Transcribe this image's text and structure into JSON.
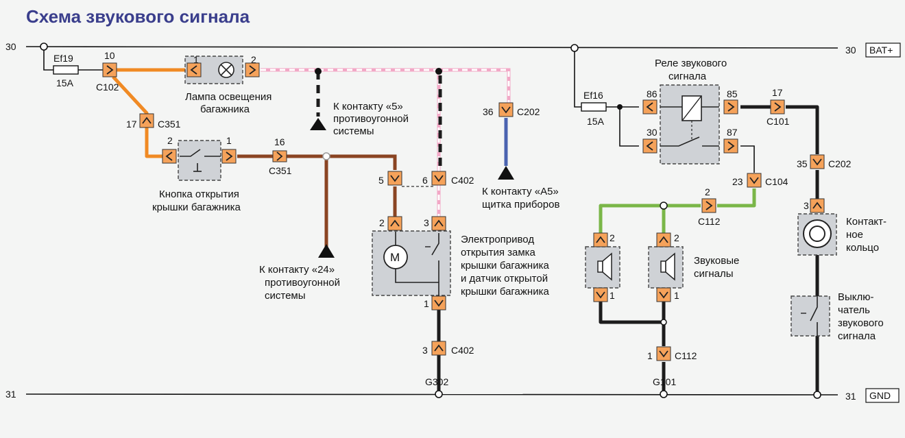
{
  "title": "Схема звукового сигнала",
  "rails": {
    "top_left": "30",
    "top_right": "30",
    "top_right_tag": "BAT+",
    "bottom_left": "31",
    "bottom_right": "31",
    "bottom_right_tag": "GND"
  },
  "fuses": {
    "ef19": {
      "name": "Ef19",
      "rating": "15A"
    },
    "ef16": {
      "name": "Ef16",
      "rating": "15A"
    }
  },
  "components": {
    "lamp": [
      "Лампа освещения",
      "багажника"
    ],
    "trunk_button": [
      "Кнопка открытия",
      "крышки багажника"
    ],
    "actuator": [
      "Электропривод",
      "открытия замка",
      "крышки багажника",
      "и датчик открытой",
      "крышки багажника"
    ],
    "relay": [
      "Реле звукового",
      "сигнала"
    ],
    "horns": [
      "Звуковые",
      "сигналы"
    ],
    "contact_ring": [
      "Контакт-",
      "ное",
      "кольцо"
    ],
    "horn_switch": [
      "Выклю-",
      "чатель",
      "звукового",
      "сигнала"
    ],
    "motor_symbol": "M"
  },
  "destinations": {
    "alarm5": [
      "К контакту «5»",
      "противоугонной",
      "системы"
    ],
    "alarm24": [
      "К контакту «24»",
      "противоугонной",
      "системы"
    ],
    "panel_a5": [
      "К контакту «А5»",
      "щитка приборов"
    ]
  },
  "connectors": {
    "c102": {
      "pin": "10",
      "name": "C102"
    },
    "c351_top": {
      "pin": "17",
      "name": "C351"
    },
    "c351_mid": {
      "pin": "16",
      "name": "C351"
    },
    "c202_left": {
      "pin": "36",
      "name": "C202"
    },
    "c402_pin5": {
      "pin": "5"
    },
    "c402_pin6": {
      "pin": "6",
      "name": "C402"
    },
    "c402_bottom": {
      "pin": "3",
      "name": "C402"
    },
    "c101": {
      "pin": "17",
      "name": "C101"
    },
    "c202_right": {
      "pin": "35",
      "name": "C202"
    },
    "c104": {
      "pin": "23",
      "name": "C104"
    },
    "c112_top": {
      "pin": "2",
      "name": "C112"
    },
    "c112_bottom": {
      "pin": "1",
      "name": "C112"
    }
  },
  "pins": {
    "lamp_1": "1",
    "lamp_2": "2",
    "button_2": "2",
    "button_1": "1",
    "actuator_2": "2",
    "actuator_3": "3",
    "actuator_1": "1",
    "relay_86": "86",
    "relay_85": "85",
    "relay_30": "30",
    "relay_87": "87",
    "horn1_2": "2",
    "horn1_1": "1",
    "horn2_2": "2",
    "horn2_1": "1",
    "ring_3": "3"
  },
  "grounds": {
    "g302": "G302",
    "g101": "G101"
  }
}
